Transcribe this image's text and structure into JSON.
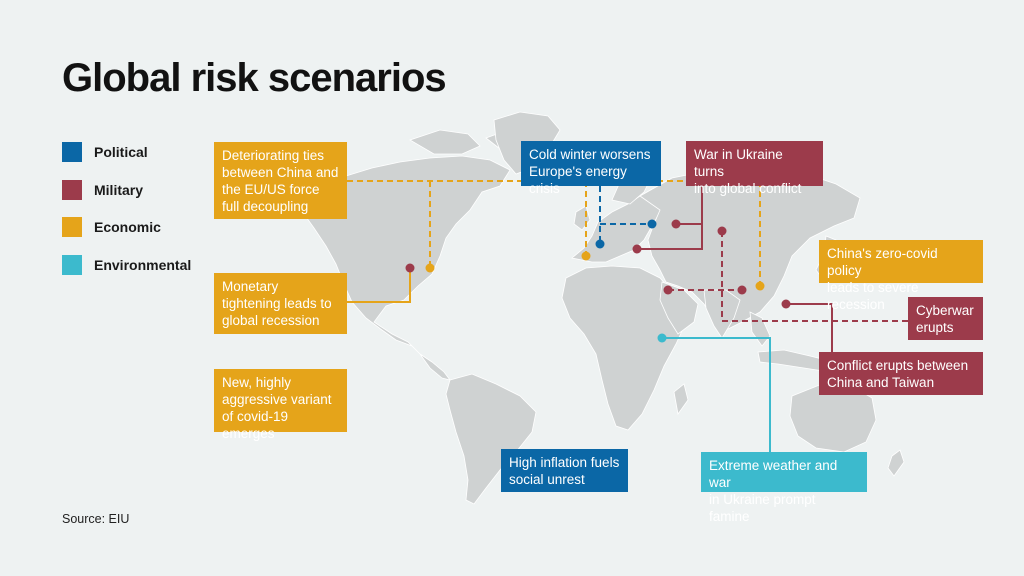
{
  "title": "Global risk scenarios",
  "colors": {
    "political": "#0b67a6",
    "military": "#9c3b4b",
    "economic": "#e5a41a",
    "environmental": "#3cbacd",
    "land": "#cfd2d2",
    "background": "#eef2f2"
  },
  "legend": [
    {
      "label": "Political",
      "color": "#0b67a6"
    },
    {
      "label": "Military",
      "color": "#9c3b4b"
    },
    {
      "label": "Economic",
      "color": "#e5a41a"
    },
    {
      "label": "Environmental",
      "color": "#3cbacd"
    }
  ],
  "scenarios": {
    "decoupling": {
      "text": "Deteriorating ties\nbetween China and\nthe EU/US force\nfull decoupling",
      "category": "economic"
    },
    "monetary": {
      "text": "Monetary\ntightening leads to\nglobal recession",
      "category": "economic"
    },
    "covid_variant": {
      "text": "New, highly\naggressive variant\nof covid-19 emerges",
      "category": "economic"
    },
    "winter": {
      "text": "Cold winter worsens\nEurope's energy crisis",
      "category": "political"
    },
    "ukraine_war": {
      "text": "War in Ukraine turns\ninto global conflict",
      "category": "military"
    },
    "zero_covid": {
      "text": "China's zero-covid policy\nleads to severe recession",
      "category": "economic"
    },
    "cyberwar": {
      "text": "Cyberwar\nerupts",
      "category": "military"
    },
    "taiwan": {
      "text": "Conflict erupts between\nChina and Taiwan",
      "category": "military"
    },
    "inflation": {
      "text": "High inflation fuels\nsocial unrest",
      "category": "political"
    },
    "famine": {
      "text": "Extreme weather and war\nin Ukraine prompt famine",
      "category": "environmental"
    }
  },
  "source": "Source: EIU"
}
